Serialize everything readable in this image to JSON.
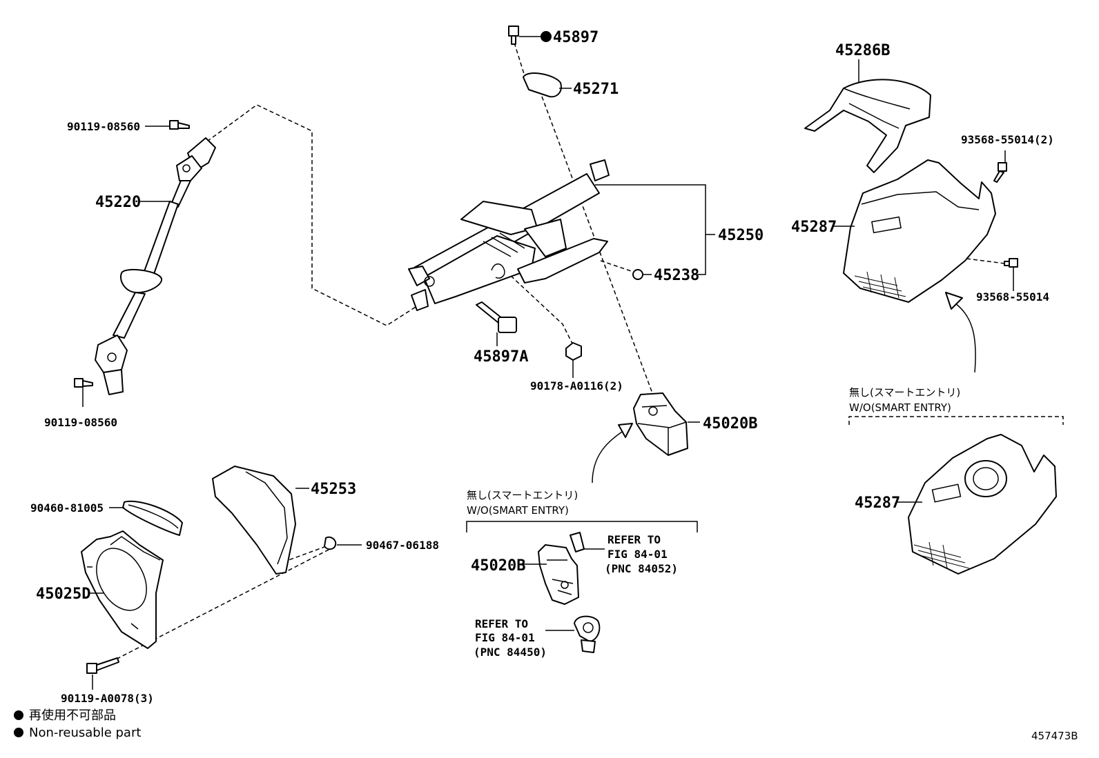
{
  "labels": {
    "p45897": "45897",
    "p45271": "45271",
    "p90119_top": "90119-08560",
    "p45220": "45220",
    "p90119_bottom": "90119-08560",
    "p45250": "45250",
    "p45238": "45238",
    "p45897A": "45897A",
    "p90178": "90178-A0116(2)",
    "p45020B_main": "45020B",
    "p45020B_sub": "45020B",
    "p45286B": "45286B",
    "p93568_2": "93568-55014(2)",
    "p45287_top": "45287",
    "p93568": "93568-55014",
    "p45287_bottom": "45287",
    "p45253": "45253",
    "p90460": "90460-81005",
    "p90467": "90467-06188",
    "p45025D": "45025D",
    "p90119_a0078": "90119-A0078(3)"
  },
  "notes": {
    "wo_smart_center_jp": "無し(スマートエントリ)",
    "wo_smart_center_en": "W/O(SMART ENTRY)",
    "wo_smart_right_jp": "無し(スマートエントリ)",
    "wo_smart_right_en": "W/O(SMART ENTRY)",
    "refer1_line1": "REFER TO",
    "refer1_line2": "FIG 84-01",
    "refer1_line3": "(PNC 84052)",
    "refer2_line1": "REFER TO",
    "refer2_line2": "FIG 84-01",
    "refer2_line3": "(PNC 84450)"
  },
  "legend": {
    "jp": "再使用不可部品",
    "en": "Non-reusable part"
  },
  "figure_id": "457473B"
}
